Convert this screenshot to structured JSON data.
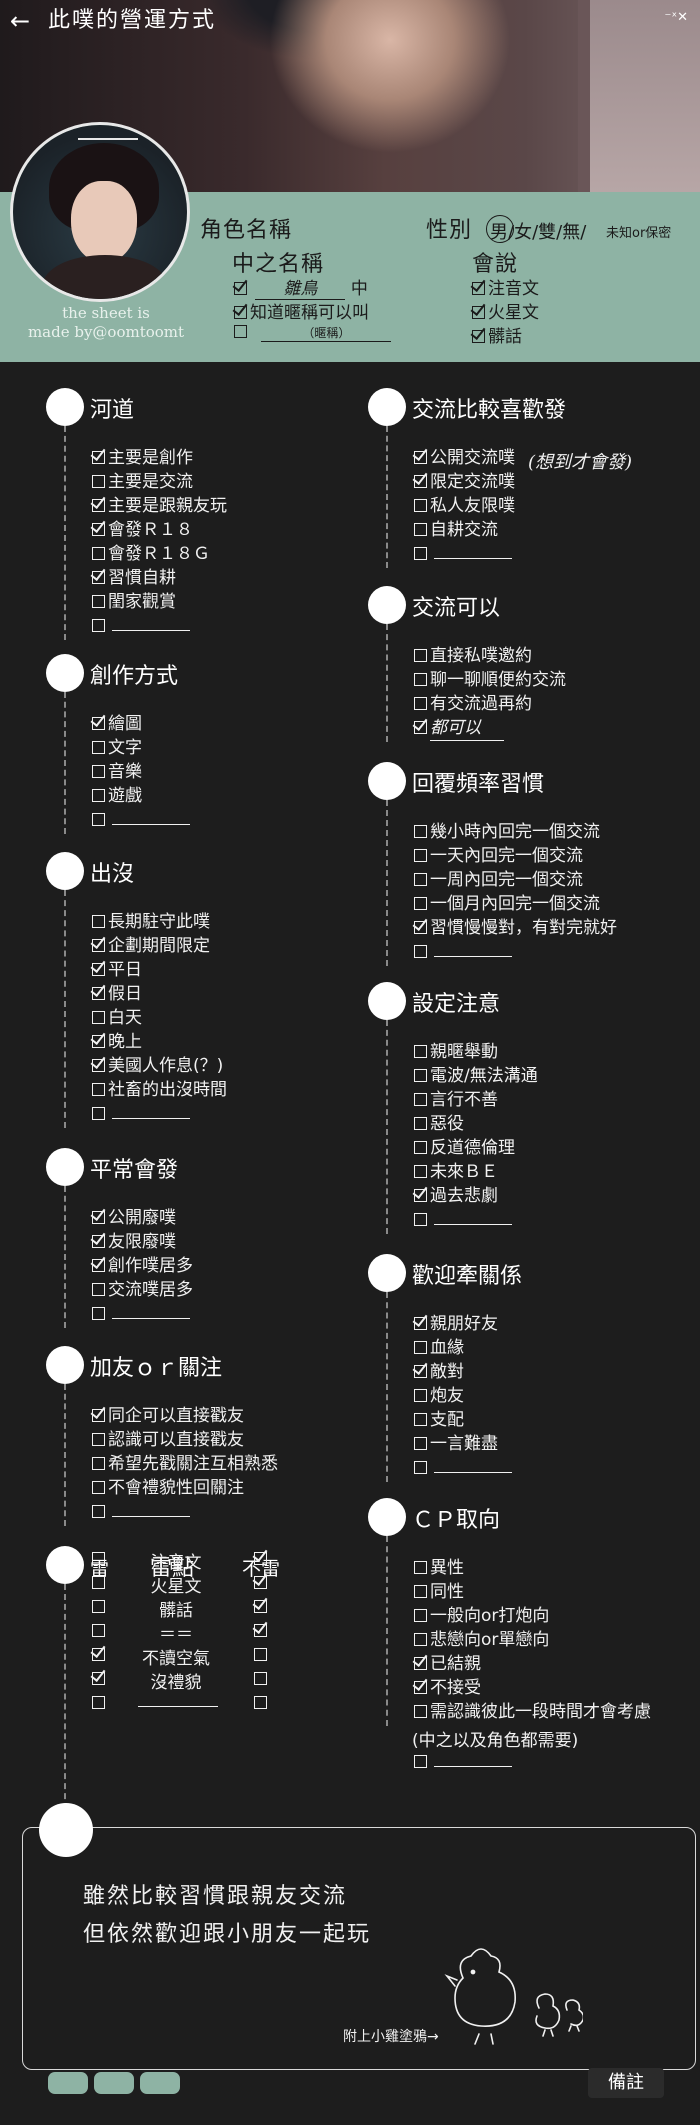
{
  "header": {
    "back_icon": "←",
    "title": "此噗的營運方式",
    "close_text": "⁻ˣ✕"
  },
  "credit": {
    "line1": "the sheet is",
    "line2": "made by@oomtoomt"
  },
  "info": {
    "role_label": "角色名稱",
    "gender_label": "性別",
    "gender_options": "男/女/雙/無/",
    "gender_unknown": "未知or保密",
    "chinese_name_label": "中之名稱",
    "opt_name": "雛鳥",
    "opt_name_suffix": "中",
    "opt_nick": "知道暱稱可以叫",
    "opt_nick_placeholder": "（暱稱）",
    "lang_label": "會說",
    "langs": [
      {
        "label": "注音文",
        "checked": true
      },
      {
        "label": "火星文",
        "checked": true
      },
      {
        "label": "髒話",
        "checked": true
      }
    ]
  },
  "sections": {
    "s1": {
      "title": "河道",
      "items": [
        {
          "label": "主要是創作",
          "checked": true
        },
        {
          "label": "主要是交流",
          "checked": false
        },
        {
          "label": "主要是跟親友玩",
          "checked": true
        },
        {
          "label": "會發Ｒ１８",
          "checked": true
        },
        {
          "label": "會發Ｒ１８Ｇ",
          "checked": false
        },
        {
          "label": "習慣自耕",
          "checked": true
        },
        {
          "label": "閨家觀賞",
          "checked": false
        },
        {
          "label": "",
          "checked": false
        }
      ]
    },
    "s2": {
      "title": "創作方式",
      "items": [
        {
          "label": "繪圖",
          "checked": true
        },
        {
          "label": "文字",
          "checked": false
        },
        {
          "label": "音樂",
          "checked": false
        },
        {
          "label": "遊戲",
          "checked": false
        },
        {
          "label": "",
          "checked": false
        }
      ]
    },
    "s3": {
      "title": "出沒",
      "items": [
        {
          "label": "長期駐守此噗",
          "checked": false
        },
        {
          "label": "企劃期間限定",
          "checked": true
        },
        {
          "label": "平日",
          "checked": true
        },
        {
          "label": "假日",
          "checked": true
        },
        {
          "label": "白天",
          "checked": false
        },
        {
          "label": "晚上",
          "checked": true
        },
        {
          "label": "美國人作息(？)",
          "checked": true
        },
        {
          "label": "社畜的出沒時間",
          "checked": false
        },
        {
          "label": "",
          "checked": false
        }
      ]
    },
    "s4": {
      "title": "平常會發",
      "items": [
        {
          "label": "公開廢噗",
          "checked": true
        },
        {
          "label": "友限廢噗",
          "checked": true
        },
        {
          "label": "創作噗居多",
          "checked": true
        },
        {
          "label": "交流噗居多",
          "checked": false
        },
        {
          "label": "",
          "checked": false
        }
      ]
    },
    "s5": {
      "title": "加友ｏｒ關注",
      "items": [
        {
          "label": "同企可以直接戳友",
          "checked": true
        },
        {
          "label": "認識可以直接戳友",
          "checked": false
        },
        {
          "label": "希望先戳關注互相熟悉",
          "checked": false
        },
        {
          "label": "不會禮貌性回關注",
          "checked": false
        },
        {
          "label": "",
          "checked": false
        }
      ]
    },
    "s6": {
      "title": "雷",
      "title2": "雷點",
      "title3": "不雷"
    },
    "s7": {
      "title": "交流比較喜歡發",
      "items": [
        {
          "label": "公開交流噗",
          "checked": true
        },
        {
          "label": "限定交流噗",
          "checked": true
        },
        {
          "label": "私人友限噗",
          "checked": false
        },
        {
          "label": "自耕交流",
          "checked": false
        },
        {
          "label": "",
          "checked": false
        }
      ],
      "note": "(想到才會發)"
    },
    "s8": {
      "title": "交流可以",
      "items": [
        {
          "label": "直接私噗邀約",
          "checked": false
        },
        {
          "label": "聊一聊順便約交流",
          "checked": false
        },
        {
          "label": "有交流過再約",
          "checked": false
        },
        {
          "label": "都可以",
          "checked": true
        }
      ]
    },
    "s9": {
      "title": "回覆頻率習慣",
      "items": [
        {
          "label": "幾小時內回完一個交流",
          "checked": false
        },
        {
          "label": "一天內回完一個交流",
          "checked": false
        },
        {
          "label": "一周內回完一個交流",
          "checked": false
        },
        {
          "label": "一個月內回完一個交流",
          "checked": false
        },
        {
          "label": "習慣慢慢對，有對完就好",
          "checked": true
        },
        {
          "label": "",
          "checked": false
        }
      ]
    },
    "s10": {
      "title": "設定注意",
      "items": [
        {
          "label": "親暱舉動",
          "checked": false
        },
        {
          "label": "電波/無法溝通",
          "checked": false
        },
        {
          "label": "言行不善",
          "checked": false
        },
        {
          "label": "惡役",
          "checked": false
        },
        {
          "label": "反道德倫理",
          "checked": false
        },
        {
          "label": "未來ＢＥ",
          "checked": false
        },
        {
          "label": "過去悲劇",
          "checked": true
        },
        {
          "label": "",
          "checked": false
        }
      ]
    },
    "s11": {
      "title": "歡迎牽關係",
      "items": [
        {
          "label": "親朋好友",
          "checked": true
        },
        {
          "label": "血緣",
          "checked": false
        },
        {
          "label": "敵對",
          "checked": true
        },
        {
          "label": "炮友",
          "checked": false
        },
        {
          "label": "支配",
          "checked": false
        },
        {
          "label": "一言難盡",
          "checked": false
        },
        {
          "label": "",
          "checked": false
        }
      ]
    },
    "s12": {
      "title": "ＣＰ取向",
      "items": [
        {
          "label": "異性",
          "checked": false
        },
        {
          "label": "同性",
          "checked": false
        },
        {
          "label": "一般向or打炮向",
          "checked": false
        },
        {
          "label": "悲戀向or單戀向",
          "checked": false
        },
        {
          "label": "已結親",
          "checked": true
        },
        {
          "label": "不接受",
          "checked": true
        },
        {
          "label": "需認識彼此一段時間才會考慮",
          "checked": false
        }
      ],
      "extra": "(中之以及角色都需要)"
    }
  },
  "mines": [
    {
      "label": "注音文",
      "mine": false,
      "ok": true
    },
    {
      "label": "火星文",
      "mine": false,
      "ok": true
    },
    {
      "label": "髒話",
      "mine": false,
      "ok": true
    },
    {
      "label": "＝＝",
      "mine": false,
      "ok": true
    },
    {
      "label": "不讀空氣",
      "mine": true,
      "ok": false
    },
    {
      "label": "沒禮貌",
      "mine": true,
      "ok": false
    },
    {
      "label": "",
      "mine": false,
      "ok": false
    }
  ],
  "remark": {
    "line1": "雖然比較習慣跟親友交流",
    "line2": "但依然歡迎跟小朋友一起玩",
    "note": "附上小雞塗鴉→"
  },
  "memo_label": "備註"
}
